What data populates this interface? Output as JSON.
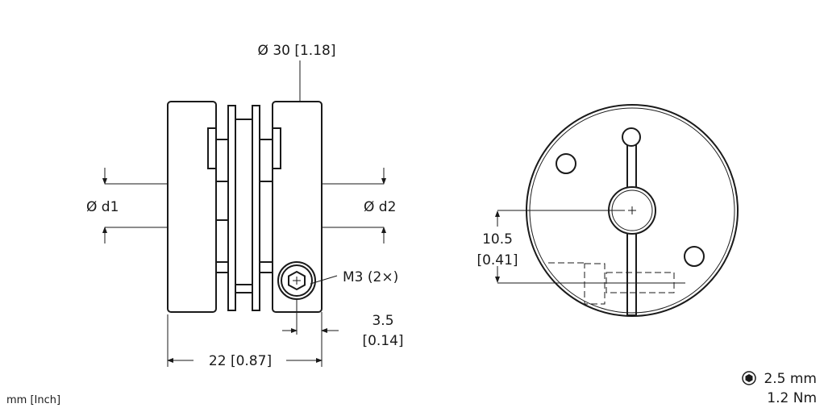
{
  "dimensions": {
    "outer_diameter": "Ø 30 [1.18]",
    "bore_d1": "Ø d1",
    "bore_d2": "Ø d2",
    "screw": "M3 (2×)",
    "screw_offset_mm": "3.5",
    "screw_offset_in": "[0.14]",
    "length": "22 [0.87]",
    "screw_height_mm": "10.5",
    "screw_height_in": "[0.41]"
  },
  "units_note": "mm [Inch]",
  "tool": {
    "icon": "hex-key-icon",
    "size": "2.5 mm",
    "torque": "1.2 Nm"
  }
}
